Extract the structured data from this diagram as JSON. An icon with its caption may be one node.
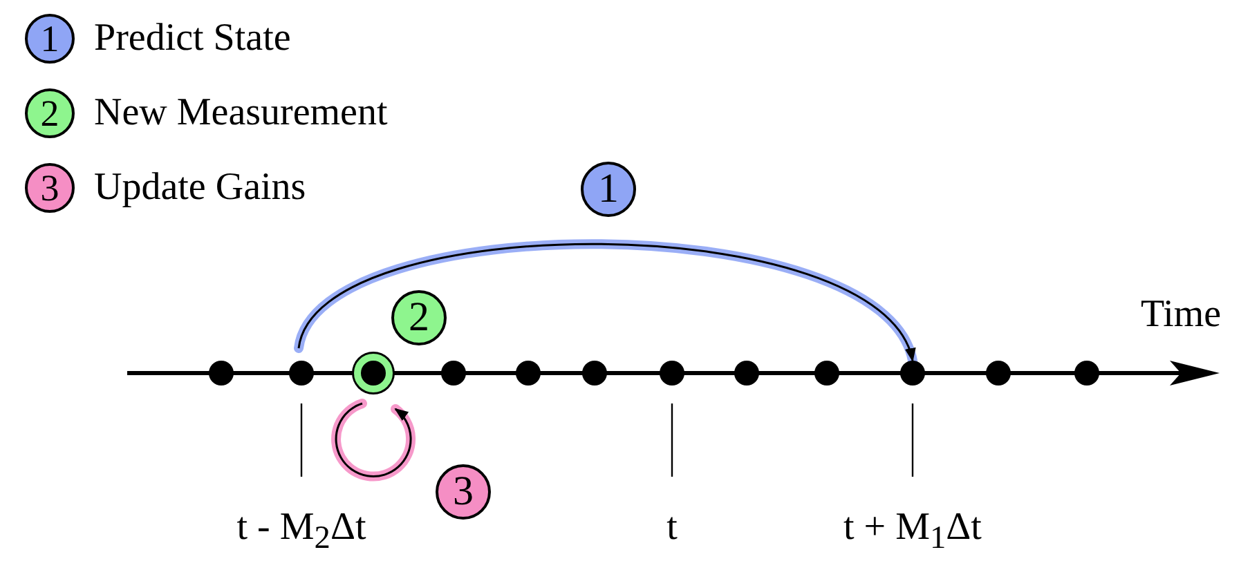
{
  "diagram": {
    "nodes": [
      {
        "text": [],
        "shape": "circle"
      },
      {
        "text": [],
        "shape": "circle"
      },
      {
        "text": [],
        "shape": "circle"
      },
      {
        "text": [],
        "shape": "circle"
      },
      {
        "text": [],
        "shape": "circle"
      },
      {
        "text": [],
        "shape": "circle"
      },
      {
        "text": [],
        "shape": "circle"
      },
      {
        "text": [],
        "shape": "circle"
      },
      {
        "text": [],
        "shape": "circle"
      },
      {
        "text": [],
        "shape": "circle"
      },
      {
        "text": [],
        "shape": "circle"
      },
      {
        "text": [],
        "shape": "circle"
      }
    ],
    "edges": [
      {
        "from": 1,
        "to": 9,
        "arrow": "to"
      },
      {
        "from": 2,
        "to": 2,
        "arrow": "to"
      }
    ],
    "labels": [
      "1",
      "2",
      "3",
      "1",
      "2",
      "Time",
      "3",
      "t - M$_{2}$Δt",
      "t",
      "t + M$_{1}$Δt"
    ],
    "legend": [
      {
        "text": "Predict State",
        "color": "#8fa5f5"
      },
      {
        "text": "New Measurement",
        "color": "#8ef58e"
      },
      {
        "text": "Update Gains",
        "color": "#f58ec4"
      }
    ]
  }
}
